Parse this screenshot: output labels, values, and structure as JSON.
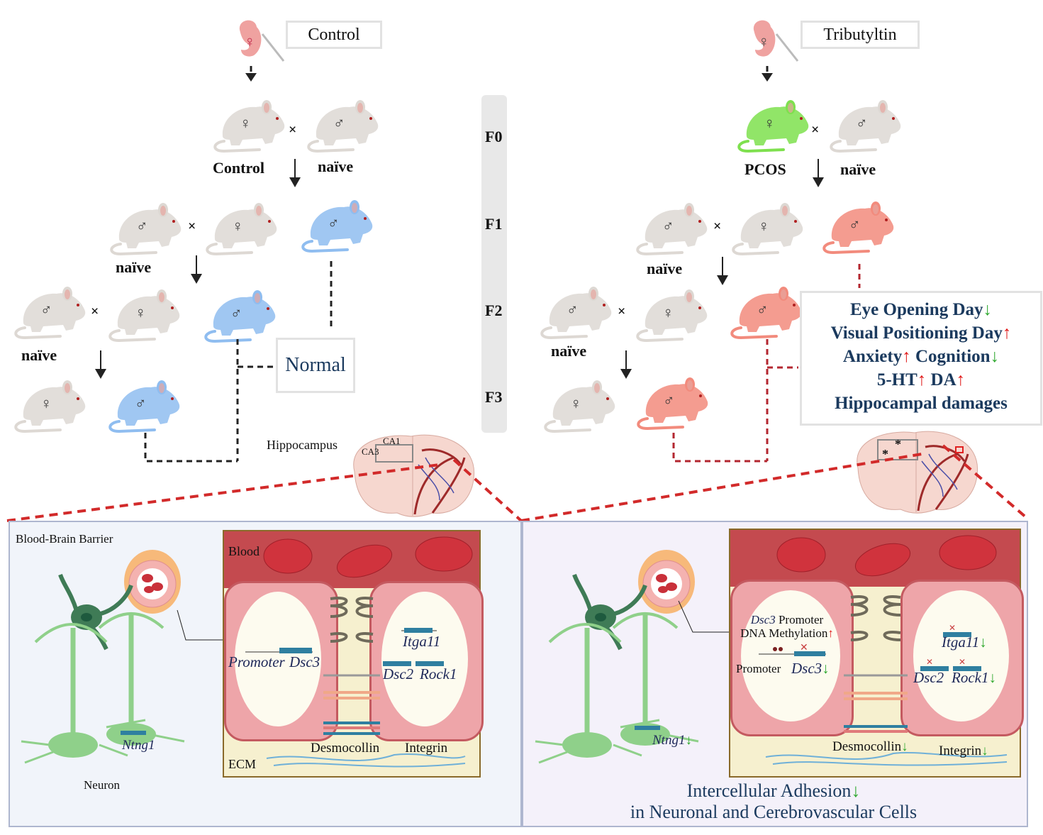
{
  "left": {
    "treatment_label": "Control",
    "f0_female_label": "Control",
    "f0_male_label": "naïve",
    "f1_male_label": "naïve",
    "f2_male_label": "naïve",
    "outcome_label": "Normal",
    "mouse_color": "#8fbdf0"
  },
  "right": {
    "treatment_label": "Tributyltin",
    "f0_female_label": "PCOS",
    "f0_male_label": "naïve",
    "f1_male_label": "naïve",
    "f2_male_label": "naïve",
    "mouse_color": "#f28b7d",
    "pcos_color": "#7ee04e",
    "outcomes": [
      {
        "text": "Eye Opening Day",
        "arrow": "↓",
        "dir": "down"
      },
      {
        "text": "Visual Positioning Day",
        "arrow": "↑",
        "dir": "up"
      },
      {
        "text": "Anxiety",
        "arrow": "↑",
        "dir": "up",
        "text2": "Cognition",
        "arrow2": "↓",
        "dir2": "down"
      },
      {
        "text": "5-HT",
        "arrow": "↑",
        "dir": "up",
        "text2": "DA",
        "arrow2": "↑",
        "dir2": "up"
      },
      {
        "text": "Hippocampal damages"
      }
    ]
  },
  "generations": [
    "F0",
    "F1",
    "F2",
    "F3"
  ],
  "symbols": {
    "female": "♀",
    "male": "♂",
    "cross": "×",
    "up": "↑",
    "down": "↓"
  },
  "brain_left": {
    "label": "Hippocampus",
    "ca1": "CA1",
    "ca3": "CA3"
  },
  "brain_right": {
    "markers": [
      "*",
      "*"
    ]
  },
  "bottom_left": {
    "title": "Blood-Brain Barrier",
    "neuron_label": "Neuron",
    "ntng1": "Ntng1",
    "blood": "Blood",
    "ecm": "ECM",
    "promoter": "Promoter",
    "dsc3": "Dsc3",
    "itga11": "Itga11",
    "dsc2": "Dsc2",
    "rock1": "Rock1",
    "desmocollin": "Desmocollin",
    "integrin": "Integrin"
  },
  "bottom_right": {
    "ntng1": "Ntng1",
    "methylation_line1_gene": "Dsc3",
    "methylation_line1": "Promoter",
    "methylation_line2": "DNA Methylation",
    "promoter": "Promoter",
    "dsc3": "Dsc3",
    "itga11": "Itga11",
    "dsc2": "Dsc2",
    "rock1": "Rock1",
    "desmocollin": "Desmocollin",
    "integrin": "Integrin",
    "summary_line1": "Intercellular Adhesion",
    "summary_line2": "in Neuronal and Cerebrovascular Cells"
  }
}
